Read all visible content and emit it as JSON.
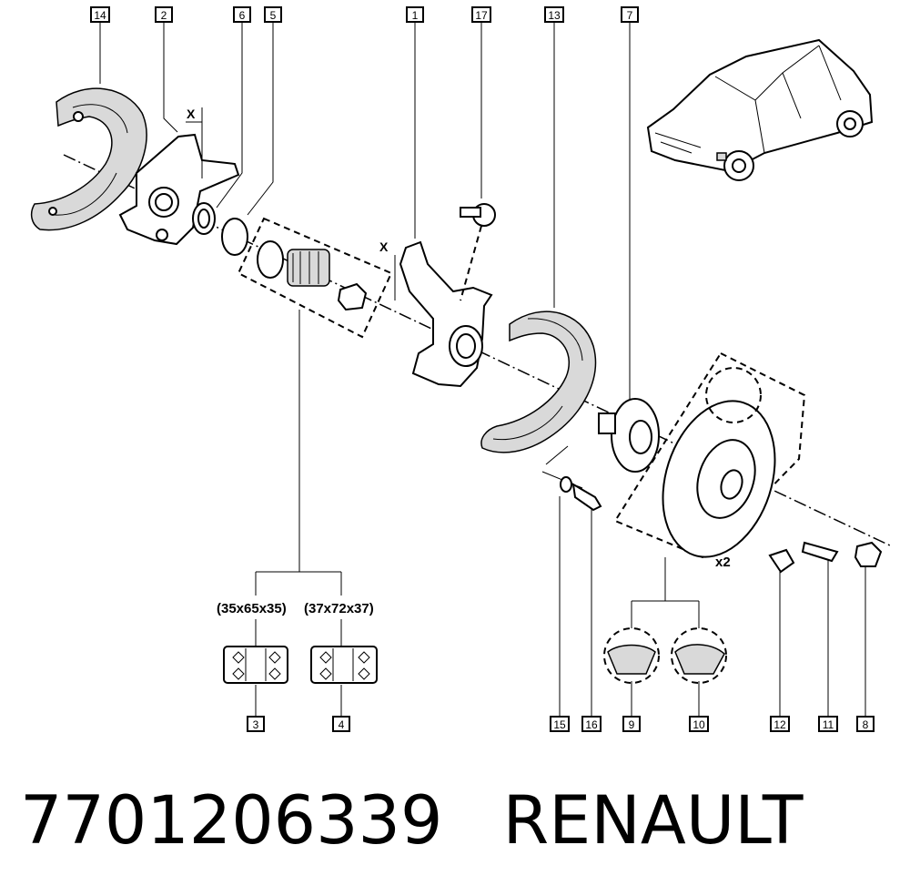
{
  "callouts": {
    "c14": "14",
    "c2": "2",
    "c6": "6",
    "c5": "5",
    "c1": "1",
    "c17": "17",
    "c13": "13",
    "c7": "7",
    "c3": "3",
    "c4": "4",
    "c15": "15",
    "c16": "16",
    "c9": "9",
    "c10": "10",
    "c12": "12",
    "c11": "11",
    "c8": "8"
  },
  "highlighted_callout": "10",
  "highlight_color": "#e00000",
  "bearing_sizes": {
    "left": "(35x65x35)",
    "right": "(37x72x37)"
  },
  "disc_quantity": "x2",
  "section_marks": {
    "upper": "X",
    "lower": "X"
  },
  "footer": {
    "part_number": "7701206339",
    "brand": "RENAULT"
  }
}
